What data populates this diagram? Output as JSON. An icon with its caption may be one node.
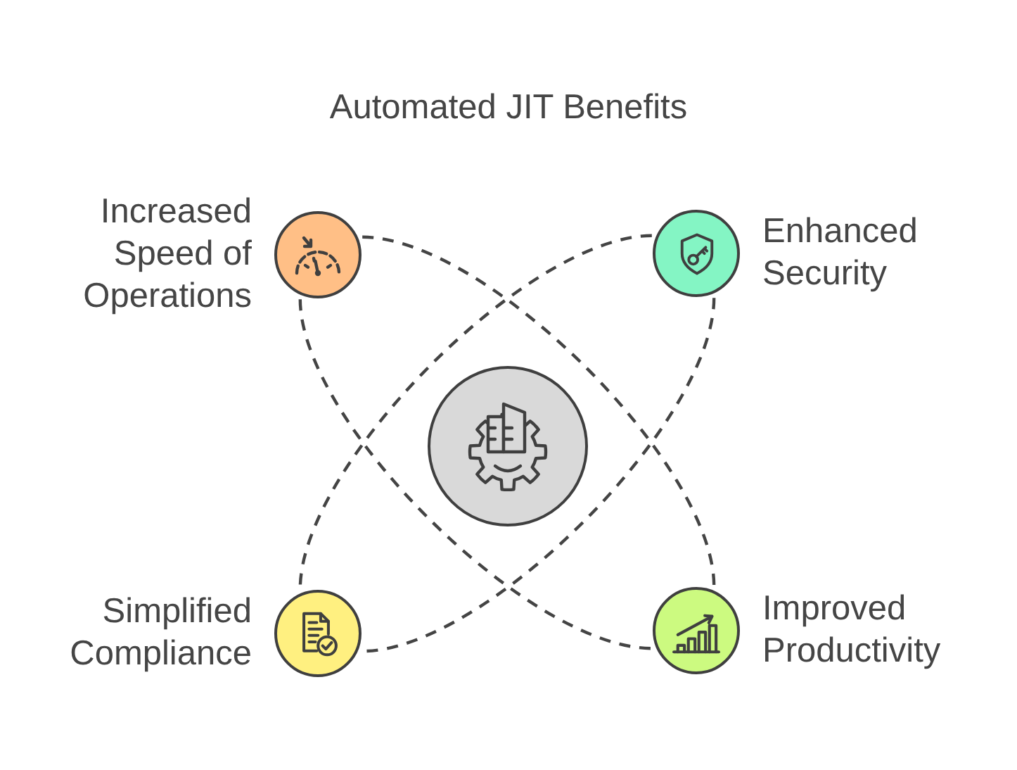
{
  "diagram": {
    "title": "Automated JIT Benefits",
    "nodes": [
      {
        "text": [
          "Increased Speed of Operations"
        ]
      },
      {
        "text": [
          "Enhanced Security"
        ]
      },
      {
        "text": [],
        "shape": "circle"
      },
      {
        "text": [
          "Simplified Compliance"
        ]
      },
      {
        "text": [
          "Improved Productivity"
        ]
      }
    ],
    "edges": [
      {
        "from": 0,
        "to": 4,
        "arrow": "none",
        "style": "dashed"
      },
      {
        "from": 0,
        "to": 4,
        "arrow": "none",
        "style": "dashed"
      },
      {
        "from": 1,
        "to": 3,
        "arrow": "none",
        "style": "dashed"
      },
      {
        "from": 1,
        "to": 3,
        "arrow": "none",
        "style": "dashed"
      }
    ]
  }
}
